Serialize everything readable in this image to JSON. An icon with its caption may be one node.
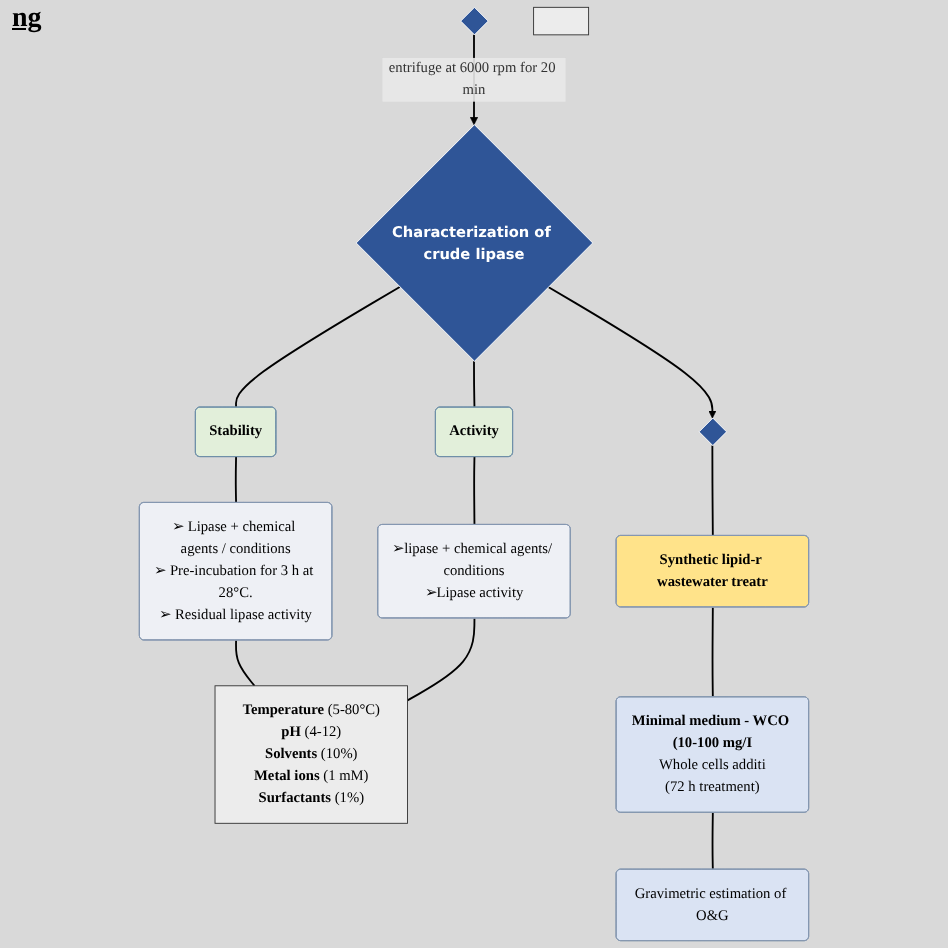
{
  "diagram": {
    "nodes": [
      {
        "text": [],
        "shape": "diamond"
      },
      {
        "text": [
          "Characterization of crude lipase"
        ]
      },
      {
        "text": [],
        "shape": "diamond"
      },
      {
        "text": [
          "Stability"
        ]
      },
      {
        "text": [
          "Activity"
        ]
      },
      {
        "text": [
          "➢ Lipase + chemical agents / conditions",
          "➢ Pre-incubation for 3 h at 28°C.",
          "➢ Residual lipase activity"
        ]
      },
      {
        "text": [
          "➢lipase + chemical agents/ conditions",
          "➢Lipase activity"
        ]
      },
      {
        "text": [
          "**Temperature** (5-80°C)",
          "**pH** (4-12)",
          "**Solvents** (10%)",
          "**Metal ions** (1 mM)",
          "**Surfactants** (1%)"
        ]
      },
      {
        "text": [],
        "shape": "box"
      },
      {
        "text": [
          "Synthetic lipid-r wastewater treatr"
        ]
      },
      {
        "text": [
          "**Minimal medium - WCO (10-100 mg/I**",
          "Whole cells additi",
          "(72 h treatment)"
        ]
      },
      {
        "text": [
          "Gravimetric estimation of O&G"
        ]
      }
    ],
    "edges": [
      {
        "from": 0,
        "to": 1,
        "arrow": "to",
        "label": "entrifuge at 6000 rpm for 20 min"
      },
      {
        "from": 1,
        "to": 2,
        "arrow": "to"
      },
      {
        "from": 1,
        "to": 3,
        "arrow": "none"
      },
      {
        "from": 1,
        "to": 4,
        "arrow": "none"
      },
      {
        "from": 3,
        "to": 5,
        "arrow": "none"
      },
      {
        "from": 4,
        "to": 6,
        "arrow": "none"
      },
      {
        "from": 5,
        "to": 7,
        "arrow": "none"
      },
      {
        "from": 6,
        "to": 7,
        "arrow": "none"
      },
      {
        "from": 2,
        "to": 9,
        "arrow": "none"
      },
      {
        "from": 9,
        "to": 10,
        "arrow": "none"
      },
      {
        "from": 10,
        "to": 11,
        "arrow": "none"
      }
    ],
    "labels": [
      "ng"
    ]
  }
}
